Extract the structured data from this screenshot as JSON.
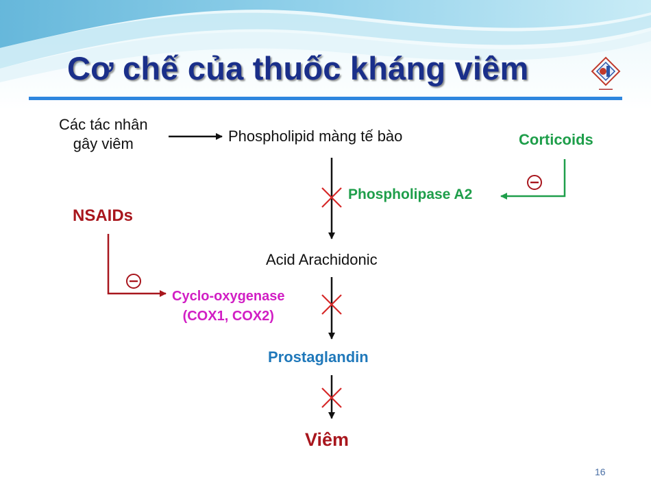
{
  "slide": {
    "title": "Cơ chế của thuốc kháng viêm",
    "page_number": "16"
  },
  "diagram": {
    "agents_line1": "Các tác nhân",
    "agents_line2": "gây viêm",
    "phospholipid": "Phospholipid màng tế bào",
    "corticoids": "Corticoids",
    "phospholipase": "Phospholipase A2",
    "nsaids": "NSAIDs",
    "arachidonic": "Acid Arachidonic",
    "cox_line1": "Cyclo-oxygenase",
    "cox_line2": "(COX1, COX2)",
    "prostaglandin": "Prostaglandin",
    "viem": "Viêm"
  },
  "colors": {
    "title": "#1a2f8a",
    "green": "#1e9e4a",
    "red": "#a8161d",
    "magenta": "#d11ec4",
    "blue": "#1f78ba",
    "cross": "#d62828"
  },
  "icons": [
    "minus-circle-icon",
    "university-logo-icon"
  ]
}
